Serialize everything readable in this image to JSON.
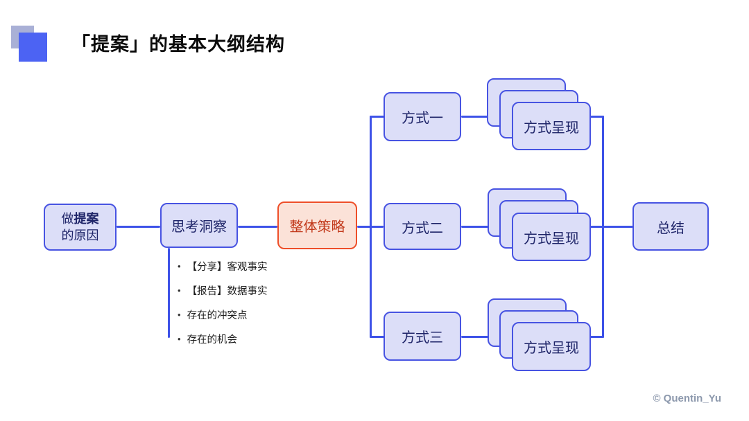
{
  "title": {
    "text": "「提案」的基本大纲结构"
  },
  "theme": {
    "node_fill": "#dcdef8",
    "node_border": "#4753e2",
    "line_color": "#3d52e8",
    "node_text": "#1e2468",
    "accent_border": "#ee4e28",
    "accent_fill": "#fbe2d8",
    "accent_text": "#c2391b",
    "square_front": "#4c63f3",
    "square_back": "#a9b0d6",
    "credit_color": "#8d99ad"
  },
  "nodes": {
    "reason": {
      "line1_prefix": "做",
      "line1_bold": "提案",
      "line2": "的原因"
    },
    "insight": {
      "label": "思考洞察"
    },
    "strategy": {
      "label": "整体策略",
      "highlighted": true
    },
    "way1": {
      "label": "方式一"
    },
    "way2": {
      "label": "方式二"
    },
    "way3": {
      "label": "方式三"
    },
    "presentation1": {
      "label": "方式呈现"
    },
    "presentation2": {
      "label": "方式呈现"
    },
    "presentation3": {
      "label": "方式呈现"
    },
    "summary": {
      "label": "总结"
    }
  },
  "insight_bullets": [
    "【分享】客观事实",
    "【报告】数据事实",
    "存在的冲突点",
    "存在的机会"
  ],
  "edges": [
    "reason→insight",
    "insight→strategy",
    "strategy→way1",
    "strategy→way2",
    "strategy→way3",
    "way1→presentation1",
    "way2→presentation2",
    "way3→presentation3",
    "presentation1→summary",
    "presentation2→summary",
    "presentation3→summary",
    "insight→bullet-list"
  ],
  "footer": {
    "credit": "© Quentin_Yu"
  }
}
